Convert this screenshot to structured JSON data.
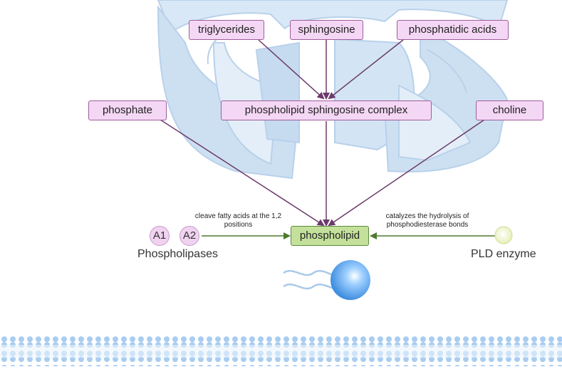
{
  "nodes": {
    "triglycerides": "triglycerides",
    "sphingosine": "sphingosine",
    "phosphatidic_acids": "phosphatidic acids",
    "phosphate": "phosphate",
    "complex": "phospholipid sphingosine complex",
    "choline": "choline",
    "phospholipid": "phospholipid"
  },
  "phospholipases": {
    "a1": "A1",
    "a2": "A2",
    "label": "Phospholipases",
    "note": "cleave fatty acids at the 1,2 positions"
  },
  "pld": {
    "label": "PLD enzyme",
    "note": "catalyzes the hydrolysis of phosphodiesterase bonds"
  },
  "colors": {
    "node_fill": "#f4d7f4",
    "node_border": "#9c5f9c",
    "phospholipid_fill": "#c3e19a",
    "purple_arrow": "#6b3a6b",
    "green_arrow": "#4f7a2e",
    "organelle": "#cde0f2",
    "membrane": "#a9cdf0"
  }
}
